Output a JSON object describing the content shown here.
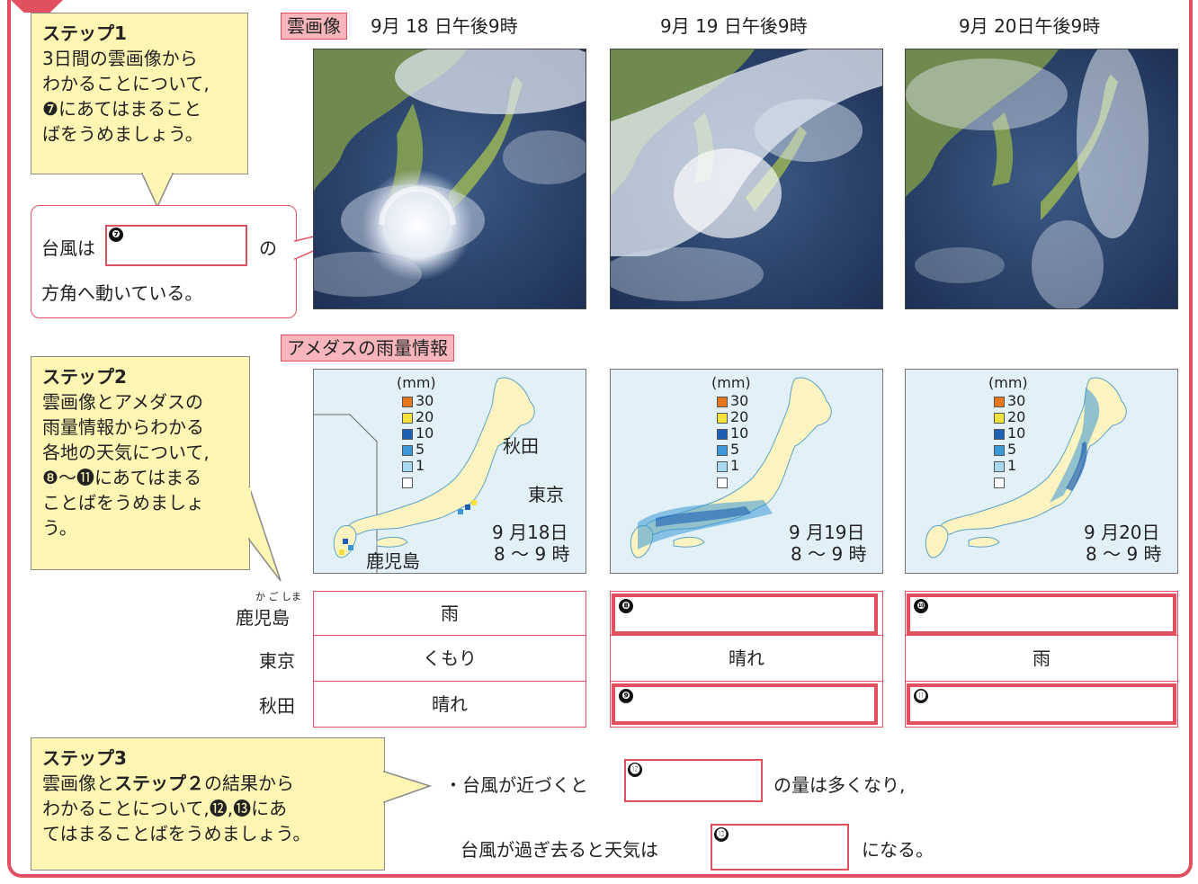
{
  "step1": {
    "heading": "ステップ1",
    "text": [
      "3日間の雲画像から",
      "わかることについて,",
      "にあてはまること",
      "ばをうめましょう。"
    ],
    "marker": "❼"
  },
  "typhoon_box": {
    "line1_pre": "台風は",
    "marker": "❼",
    "line1_post": "の",
    "line2": "方角へ動いている。"
  },
  "cloud_section": {
    "tag": "雲画像",
    "dates": [
      "9月 18 日午後9時",
      "9月 19 日午後9時",
      "9月 20日午後9時"
    ]
  },
  "amedas_section": {
    "tag": "アメダスの雨量情報",
    "legend_unit": "(mm)",
    "legend_values": [
      "30",
      "20",
      "10",
      "5",
      "1",
      ""
    ],
    "legend_colors": [
      "#e8761c",
      "#f3e23a",
      "#1d5fb5",
      "#3b98d6",
      "#a8d8f0",
      "#ffffff"
    ],
    "maps": [
      {
        "date": "9 月18日",
        "time": "8 ～ 9 時",
        "places": [
          "秋田",
          "東京",
          "鹿児島"
        ]
      },
      {
        "date": "9 月19日",
        "time": "8 ～ 9 時"
      },
      {
        "date": "9 月20日",
        "time": "8 ～ 9 時"
      }
    ]
  },
  "step2": {
    "heading": "ステップ2",
    "text": [
      "雲画像とアメダスの",
      "雨量情報からわかる",
      "各地の天気について,",
      "にあてはまる",
      "ことばをうめましょ",
      "う。"
    ],
    "marker_a": "❽",
    "tilde": "～",
    "marker_b": "⓫"
  },
  "weather_table": {
    "ruby": "か ご しま",
    "rows": [
      "鹿児島",
      "東京",
      "秋田"
    ],
    "day1": [
      "雨",
      "くもり",
      "晴れ"
    ],
    "day2": [
      "❽",
      "晴れ",
      "❾"
    ],
    "day3": [
      "❿",
      "雨",
      "⓫"
    ]
  },
  "step3": {
    "heading_a": "ステップ3",
    "line1_pre": "雲画像と",
    "line1_bold": "ステップ２",
    "line1_post": "の結果から",
    "line2_pre": "わかることについて,",
    "marker_a": "⓬",
    "comma": ",",
    "marker_b": "⓭",
    "line2_post": "にあ",
    "line3": "てはまることばをうめましょう。"
  },
  "answers": {
    "line1_pre": "・台風が近づくと",
    "marker_a": "⓬",
    "line1_post": "の量は多くなり,",
    "line2_pre": "台風が過ぎ去ると天気は",
    "marker_b": "⓭",
    "line2_post": "になる。"
  },
  "colors": {
    "accent": "#e0505f",
    "note_bg": "#fff6b3",
    "tag_bg": "#f7b6bc",
    "map_land": "#fbf3c0",
    "map_sea": "#e2f1f8"
  }
}
